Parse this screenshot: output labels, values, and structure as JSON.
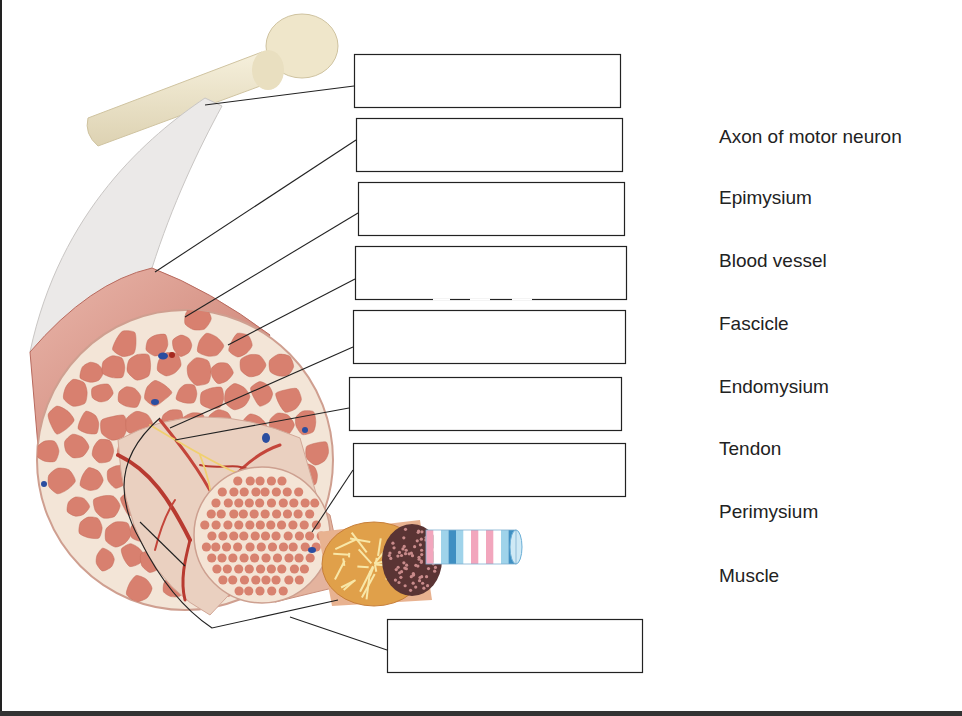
{
  "diagram": {
    "labels": [
      "Axon of motor neuron",
      "Epimysium",
      "Blood vessel",
      "Fascicle",
      "Endomysium",
      "Tendon",
      "Perimysium",
      "Muscle"
    ]
  }
}
